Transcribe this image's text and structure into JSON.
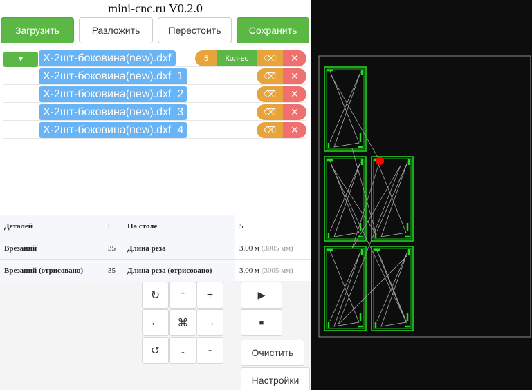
{
  "app": {
    "title": "mini-cnc.ru  V0.2.0"
  },
  "toolbar": {
    "load": "Загрузить",
    "layout": "Разложить",
    "rearrange": "Перестоить",
    "save": "Сохранить"
  },
  "files": {
    "toggle_icon": "▼",
    "quantity": "5",
    "quantity_label": "Кол-во",
    "erase_icon": "⌫",
    "delete_icon": "✕",
    "items": [
      "Х-2шт-боковина(new).dxf",
      "Х-2шт-боковина(new).dxf_1",
      "Х-2шт-боковина(new).dxf_2",
      "Х-2шт-боковина(new).dxf_3",
      "Х-2шт-боковина(new).dxf_4"
    ]
  },
  "stats": {
    "parts_label": "Деталей",
    "parts_value": "5",
    "on_table_label": "На столе",
    "on_table_value": "5",
    "pierces_label": "Врезаний",
    "pierces_value": "35",
    "cut_length_label": "Длина реза",
    "cut_length_value": "3.00 м",
    "cut_length_mm": "(3005 мм)",
    "pierces_drawn_label": "Врезаний (отрисовано)",
    "pierces_drawn_value": "35",
    "cut_length_drawn_label": "Длина реза (отрисовано)",
    "cut_length_drawn_value": "3.00 м",
    "cut_length_drawn_mm": "(3005 мм)"
  },
  "controls": {
    "rotate_cw": "↻",
    "up": "↑",
    "plus": "+",
    "left": "←",
    "center": "⌘",
    "right": "→",
    "rotate_ccw": "↺",
    "down": "↓",
    "minus": "-",
    "play": "▶",
    "stop": "■",
    "clear": "Очистить",
    "settings": "Настройки"
  },
  "colors": {
    "green": "#5cb844",
    "blue": "#68b4f4",
    "orange": "#e8a43c",
    "red": "#f07070",
    "part_outline": "#22dd22",
    "marker": "#ff0000"
  }
}
